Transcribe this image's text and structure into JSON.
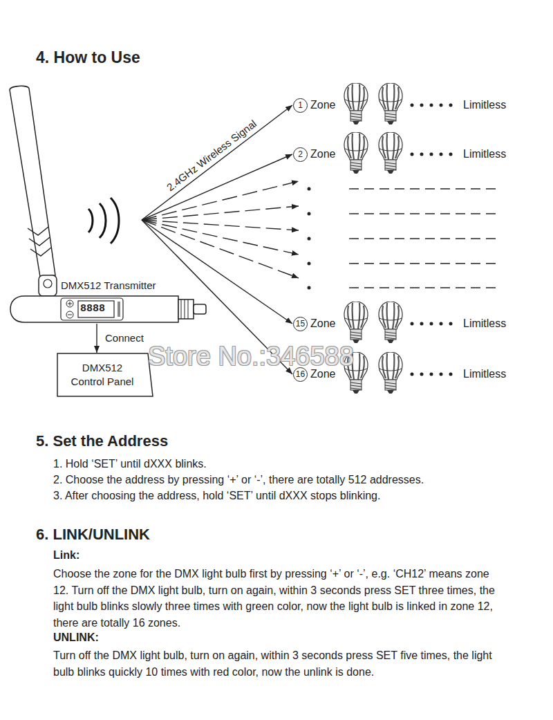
{
  "diagram": {
    "title": "4. How to Use",
    "nodes": [
      {
        "text": [
          "DMX512 Transmitter"
        ]
      },
      {
        "text": [
          "DMX512 Control Panel"
        ]
      },
      {
        "text": [
          "1",
          "Zone",
          "Limitless"
        ]
      },
      {
        "text": [
          "2",
          "Zone",
          "Limitless"
        ]
      },
      {
        "text": [
          "15",
          "Zone",
          "Limitless"
        ]
      },
      {
        "text": [
          "16",
          "Zone",
          "Limitless"
        ]
      }
    ],
    "edges": [
      {
        "from": 0,
        "to": 2,
        "arrow": "to",
        "label": "2.4GHz Wireless Signal"
      },
      {
        "from": 0,
        "to": 3,
        "arrow": "to"
      },
      {
        "from": 0,
        "to": 4,
        "arrow": "to"
      },
      {
        "from": 0,
        "to": 5,
        "arrow": "to"
      },
      {
        "from": 0,
        "to": 1,
        "arrow": "to",
        "label": "Connect"
      }
    ],
    "labels": [
      "8888",
      "Store No.:346588",
      "5. Set the Address",
      "1. Hold ‘SET’ until dXXX blinks.",
      "2. Choose the address by pressing ‘+’ or ‘-’, there are totally 512 addresses.",
      "3. After choosing the address, hold ‘SET’ until dXXX stops blinking.",
      "6. LINK/UNLINK",
      "Link:",
      "Choose the zone for the DMX light bulb first by pressing ‘+’ or ‘-’, e.g. ‘CH12’ means zone 12. Turn off the DMX light bulb, turn on again, within 3 seconds press SET three times, the light bulb blinks slowly three times with green color, now the light bulb is linked in zone 12, there are totally 16 zones.",
      "UNLINK:",
      "Turn off the DMX light bulb, turn on again, within 3 seconds press SET five times, the light bulb blinks quickly 10 times with red color, now the unlink is done."
    ]
  }
}
